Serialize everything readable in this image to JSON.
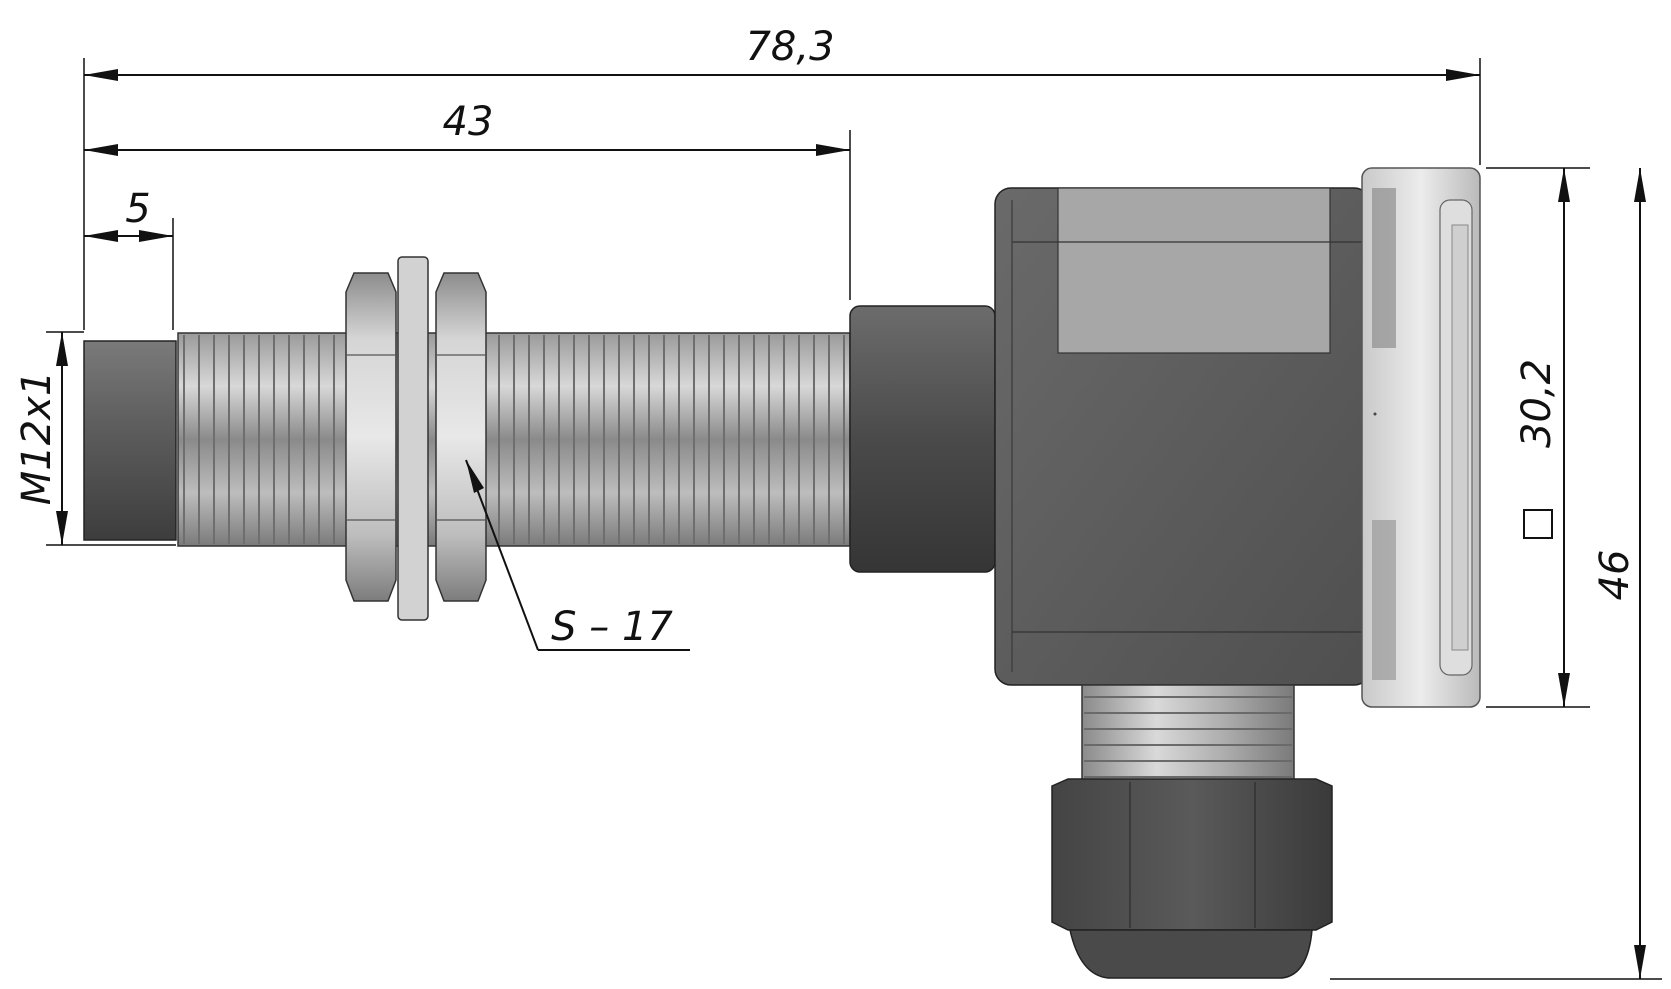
{
  "dimensions": {
    "overall_length": "78,3",
    "sensor_body_length": "43",
    "nose_length": "5",
    "thread_size": "M12x1",
    "nut_wrench_size": "S – 17",
    "housing_square": "30,2",
    "total_height": "46"
  },
  "colors": {
    "background": "#ffffff",
    "line": "#111111",
    "housing": "#565656",
    "thread_light": "#c8c8c8",
    "thread_dark": "#7a7a7a",
    "cap_light": "#e6e6e6"
  }
}
